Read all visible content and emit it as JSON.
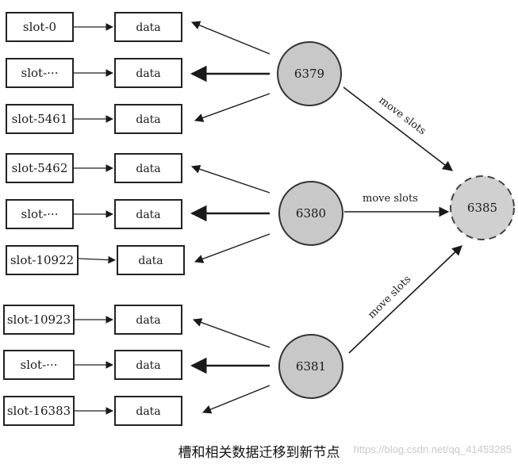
{
  "groups": [
    {
      "node": "6379",
      "rows": [
        {
          "slot": "slot-0",
          "data": "data"
        },
        {
          "slot": "slot-···",
          "data": "data"
        },
        {
          "slot": "slot-5461",
          "data": "data"
        }
      ]
    },
    {
      "node": "6380",
      "rows": [
        {
          "slot": "slot-5462",
          "data": "data"
        },
        {
          "slot": "slot-···",
          "data": "data"
        },
        {
          "slot": "slot-10922",
          "data": "data"
        }
      ]
    },
    {
      "node": "6381",
      "rows": [
        {
          "slot": "slot-10923",
          "data": "data"
        },
        {
          "slot": "slot-···",
          "data": "data"
        },
        {
          "slot": "slot-16383",
          "data": "data"
        }
      ]
    }
  ],
  "target_node": "6385",
  "edge_label": "move slots",
  "caption": "槽和相关数据迁移到新节点",
  "watermark": "https://blog.csdn.net/qq_41453285",
  "colors": {
    "node_fill": "#c8c8c8",
    "target_fill": "#d0d0d0",
    "stroke": "#222222"
  }
}
